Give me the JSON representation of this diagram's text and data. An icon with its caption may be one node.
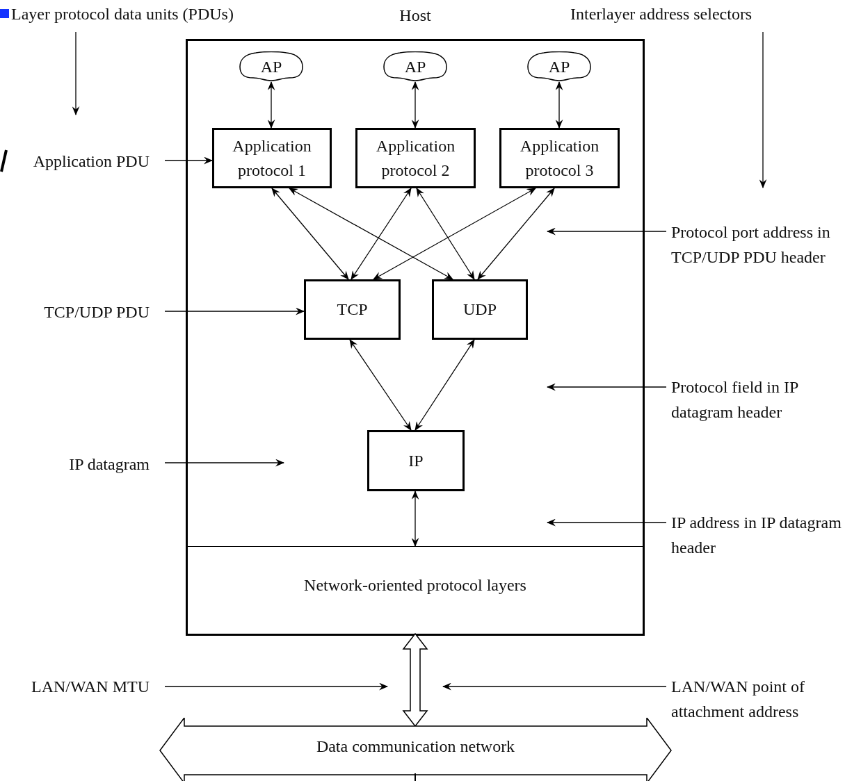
{
  "diagram": {
    "nodes": [
      {
        "text": [
          "Host"
        ]
      },
      {
        "text": [
          "AP"
        ],
        "in": 0
      },
      {
        "text": [
          "AP"
        ],
        "in": 0
      },
      {
        "text": [
          "AP"
        ],
        "in": 0
      },
      {
        "text": [
          "Application protocol 1"
        ],
        "in": 0
      },
      {
        "text": [
          "Application protocol 2"
        ],
        "in": 0
      },
      {
        "text": [
          "Application protocol 3"
        ],
        "in": 0
      },
      {
        "text": [
          "TCP"
        ],
        "in": 0
      },
      {
        "text": [
          "UDP"
        ],
        "in": 0
      },
      {
        "text": [
          "IP"
        ],
        "in": 0
      },
      {
        "text": [
          "Network-oriented protocol layers"
        ],
        "in": 0
      },
      {
        "text": [
          "Data communication network"
        ]
      },
      {
        "text": [
          "Layer protocol data units (PDUs)"
        ]
      },
      {
        "text": [
          "Interlayer address selectors"
        ]
      },
      {
        "text": [
          "Application PDU"
        ]
      },
      {
        "text": [
          "TCP/UDP PDU"
        ]
      },
      {
        "text": [
          "IP datagram"
        ]
      },
      {
        "text": [
          "Protocol port address in TCP/UDP PDU header"
        ]
      },
      {
        "text": [
          "Protocol field in IP datagram header"
        ]
      },
      {
        "text": [
          "IP address in IP datagram header"
        ]
      },
      {
        "text": [
          "LAN/WAN MTU"
        ]
      },
      {
        "text": [
          "LAN/WAN point of attachment address"
        ]
      }
    ],
    "edges": [
      {
        "from": 1,
        "to": 4,
        "arrow": "both"
      },
      {
        "from": 2,
        "to": 5,
        "arrow": "both"
      },
      {
        "from": 3,
        "to": 6,
        "arrow": "both"
      },
      {
        "from": 4,
        "to": 7,
        "arrow": "both"
      },
      {
        "from": 4,
        "to": 8,
        "arrow": "both"
      },
      {
        "from": 5,
        "to": 7,
        "arrow": "both"
      },
      {
        "from": 5,
        "to": 8,
        "arrow": "both"
      },
      {
        "from": 6,
        "to": 7,
        "arrow": "both"
      },
      {
        "from": 6,
        "to": 8,
        "arrow": "both"
      },
      {
        "from": 7,
        "to": 9,
        "arrow": "both"
      },
      {
        "from": 8,
        "to": 9,
        "arrow": "both"
      },
      {
        "from": 9,
        "to": 10,
        "arrow": "both"
      },
      {
        "from": 10,
        "to": 11,
        "arrow": "both",
        "style": "thick"
      },
      {
        "from": 12,
        "to": null,
        "arrow": "to"
      },
      {
        "from": 13,
        "to": null,
        "arrow": "to"
      },
      {
        "from": 14,
        "to": 4,
        "arrow": "to"
      },
      {
        "from": 15,
        "to": 7,
        "arrow": "to"
      },
      {
        "from": 16,
        "to": null,
        "arrow": "to"
      },
      {
        "from": 17,
        "to": null,
        "arrow": "to"
      },
      {
        "from": 18,
        "to": null,
        "arrow": "to"
      },
      {
        "from": 19,
        "to": null,
        "arrow": "to"
      },
      {
        "from": 20,
        "to": null,
        "arrow": "to"
      },
      {
        "from": 21,
        "to": null,
        "arrow": "to"
      }
    ]
  }
}
